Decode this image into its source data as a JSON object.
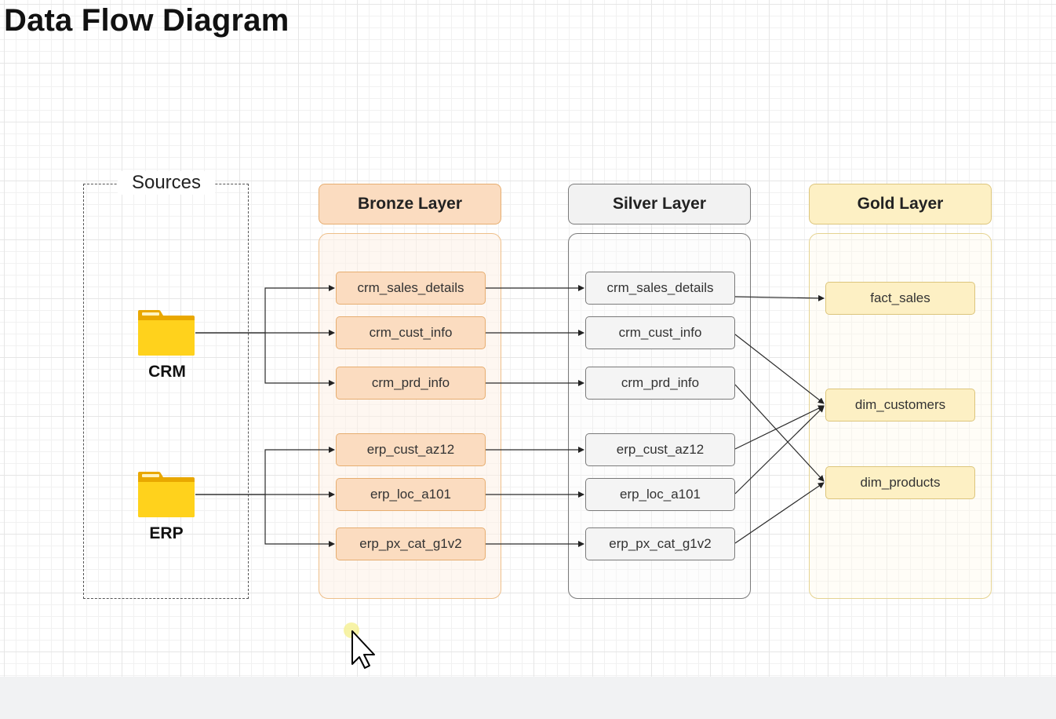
{
  "title": "Data Flow Diagram",
  "sources": {
    "label": "Sources",
    "items": [
      {
        "label": "CRM",
        "icon": "folder-icon"
      },
      {
        "label": "ERP",
        "icon": "folder-icon"
      }
    ]
  },
  "layers": {
    "bronze": {
      "header": "Bronze Layer",
      "color": "#fbdcc0",
      "tables": [
        "crm_sales_details",
        "crm_cust_info",
        "crm_prd_info",
        "erp_cust_az12",
        "erp_loc_a101",
        "erp_px_cat_g1v2"
      ]
    },
    "silver": {
      "header": "Silver Layer",
      "color": "#f2f2f2",
      "tables": [
        "crm_sales_details",
        "crm_cust_info",
        "crm_prd_info",
        "erp_cust_az12",
        "erp_loc_a101",
        "erp_px_cat_g1v2"
      ]
    },
    "gold": {
      "header": "Gold Layer",
      "color": "#fdf0c4",
      "tables": [
        "fact_sales",
        "dim_customers",
        "dim_products"
      ]
    }
  },
  "flows": [
    {
      "from": "CRM",
      "to": "bronze.crm_sales_details"
    },
    {
      "from": "CRM",
      "to": "bronze.crm_cust_info"
    },
    {
      "from": "CRM",
      "to": "bronze.crm_prd_info"
    },
    {
      "from": "ERP",
      "to": "bronze.erp_cust_az12"
    },
    {
      "from": "ERP",
      "to": "bronze.erp_loc_a101"
    },
    {
      "from": "ERP",
      "to": "bronze.erp_px_cat_g1v2"
    },
    {
      "from": "bronze.crm_sales_details",
      "to": "silver.crm_sales_details"
    },
    {
      "from": "bronze.crm_cust_info",
      "to": "silver.crm_cust_info"
    },
    {
      "from": "bronze.crm_prd_info",
      "to": "silver.crm_prd_info"
    },
    {
      "from": "bronze.erp_cust_az12",
      "to": "silver.erp_cust_az12"
    },
    {
      "from": "bronze.erp_loc_a101",
      "to": "silver.erp_loc_a101"
    },
    {
      "from": "bronze.erp_px_cat_g1v2",
      "to": "silver.erp_px_cat_g1v2"
    },
    {
      "from": "silver.crm_sales_details",
      "to": "gold.fact_sales"
    },
    {
      "from": "silver.crm_cust_info",
      "to": "gold.dim_customers"
    },
    {
      "from": "silver.erp_cust_az12",
      "to": "gold.dim_customers"
    },
    {
      "from": "silver.erp_loc_a101",
      "to": "gold.dim_customers"
    },
    {
      "from": "silver.crm_prd_info",
      "to": "gold.dim_products"
    },
    {
      "from": "silver.erp_px_cat_g1v2",
      "to": "gold.dim_products"
    }
  ]
}
